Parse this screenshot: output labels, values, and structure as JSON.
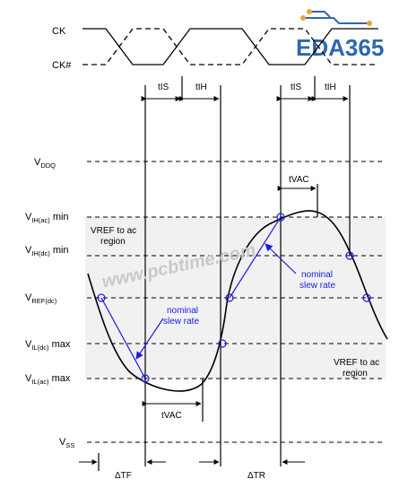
{
  "signals": {
    "ck": "CK",
    "ck_n": "CK#"
  },
  "timing": {
    "tis": "tIS",
    "tih": "tIH",
    "tvac": "tVAC",
    "delta_tf": "ΔTF",
    "delta_tr": "ΔTR"
  },
  "levels": {
    "vddq": {
      "main": "V",
      "sub": "DDQ",
      "suffix": ""
    },
    "vih_ac": {
      "main": "V",
      "sub": "IH(ac)",
      "suffix": " min"
    },
    "vih_dc": {
      "main": "V",
      "sub": "IH(dc)",
      "suffix": " min"
    },
    "vref_dc": {
      "main": "V",
      "sub": "REF(dc)",
      "suffix": ""
    },
    "vil_dc": {
      "main": "V",
      "sub": "IL(dc)",
      "suffix": " max"
    },
    "vil_ac": {
      "main": "V",
      "sub": "IL(ac)",
      "suffix": " max"
    },
    "vss": {
      "main": "V",
      "sub": "SS",
      "suffix": ""
    }
  },
  "regions": {
    "left": [
      "VREF to ac",
      "region"
    ],
    "right": [
      "VREF to ac",
      "region"
    ]
  },
  "annotations": {
    "nominal_left": [
      "nominal",
      "slew rate"
    ],
    "nominal_right": [
      "nominal",
      "slew rate"
    ]
  },
  "watermark": "www.pcbtime.com",
  "logo": {
    "text": "EDA365"
  },
  "colors": {
    "region_fill": "#f1f1f1",
    "annotation": "#1a1ae6",
    "logo": "#2d66b3",
    "logo_accent": "#e8a72e",
    "watermark": "#c9c9c9"
  }
}
